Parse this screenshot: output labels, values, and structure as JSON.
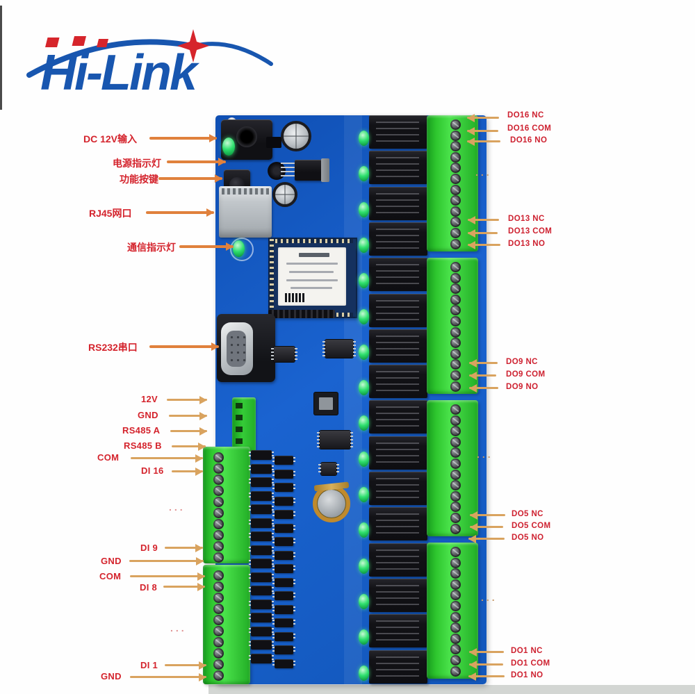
{
  "logo": {
    "brand": "Hi-Link"
  },
  "labels": {
    "left": [
      {
        "text": "DC 12V输入"
      },
      {
        "text": "电源指示灯"
      },
      {
        "text": "功能按键"
      },
      {
        "text": "RJ45网口"
      },
      {
        "text": "通信指示灯"
      },
      {
        "text": "RS232串口"
      },
      {
        "text": "12V"
      },
      {
        "text": "GND"
      },
      {
        "text": "RS485 A"
      },
      {
        "text": "RS485 B"
      },
      {
        "text": "COM"
      },
      {
        "text": "DI 16"
      },
      {
        "text": "DI 9"
      },
      {
        "text": "GND"
      },
      {
        "text": "COM"
      },
      {
        "text": "DI 8"
      },
      {
        "text": "DI 1"
      },
      {
        "text": "GND"
      }
    ],
    "right": [
      {
        "text": "DO16 NC"
      },
      {
        "text": "DO16 COM"
      },
      {
        "text": "DO16 NO"
      },
      {
        "text": "DO13 NC"
      },
      {
        "text": "DO13 COM"
      },
      {
        "text": "DO13 NO"
      },
      {
        "text": "DO9 NC"
      },
      {
        "text": "DO9 COM"
      },
      {
        "text": "DO9 NO"
      },
      {
        "text": "DO5 NC"
      },
      {
        "text": "DO5 COM"
      },
      {
        "text": "DO5 NO"
      },
      {
        "text": "DO1 NC"
      },
      {
        "text": "DO1 COM"
      },
      {
        "text": "DO1 NO"
      }
    ],
    "ellipsis": "..."
  },
  "board": {
    "relay_count": 16,
    "do_terminal_blocks": 4,
    "do_screws_per_block": 12,
    "di_terminal_blocks": 2,
    "di_screws_per_block": 10,
    "opto_rows": 16
  },
  "colors": {
    "label_red": "#d4232c",
    "arrow_orange": "#e0813c",
    "arrow_tan": "#d9a35f",
    "pcb_blue": "#1558bb",
    "terminal_green": "#2ec62e",
    "relay_black": "#141418",
    "led_green": "#2fe06e",
    "logo_blue": "#1856af",
    "logo_red": "#d6252b"
  }
}
